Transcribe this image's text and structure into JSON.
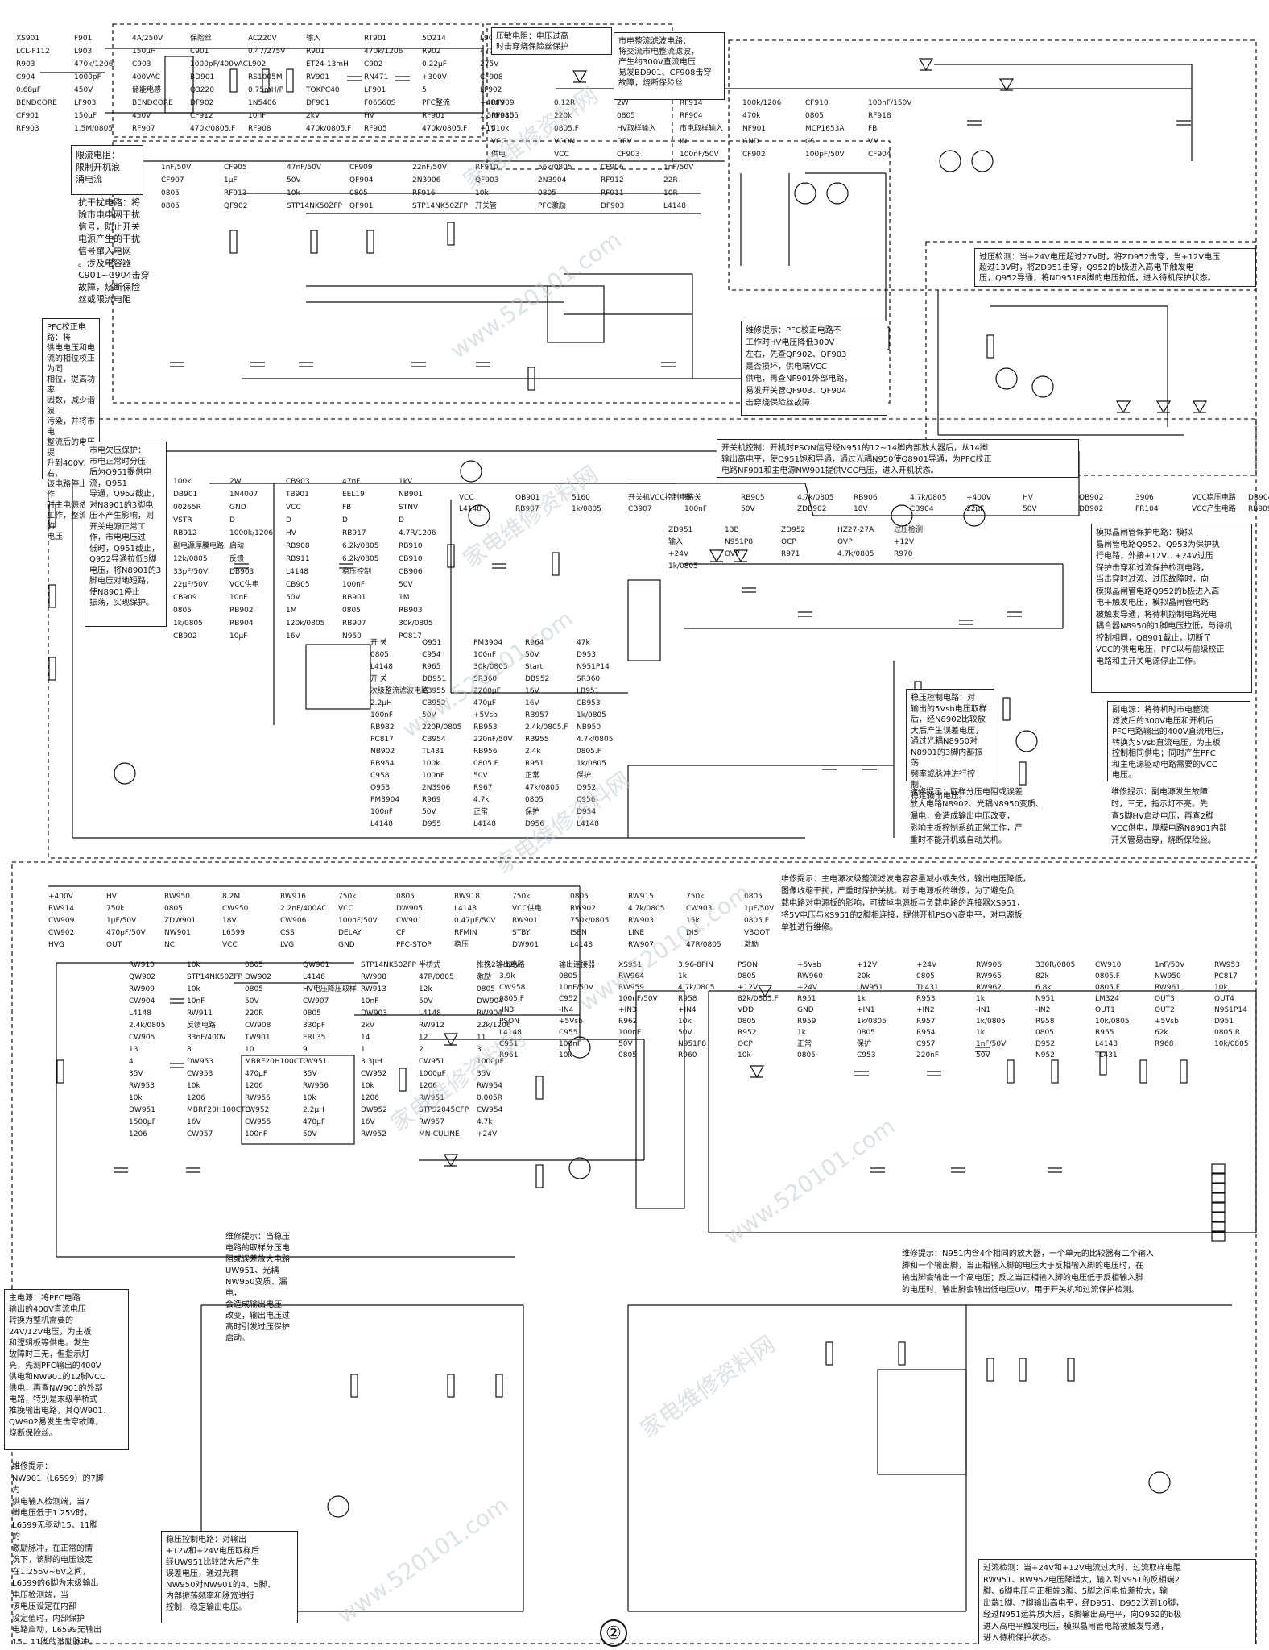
{
  "page": {
    "number": "②"
  },
  "watermarks": [
    "家电维修资料网",
    "www.520101.com",
    "家电维修资料网",
    "www.520101.com",
    "家电维修资料网",
    "www.520101.com",
    "家电维修资料网",
    "www.520101.com",
    "家电维修资料网",
    "www.520101.com"
  ],
  "notes": {
    "current_limit": "限流电阻：\n限制开机浪\n涌电流",
    "anti_interference": "抗干扰电路：将\n除市电电网干扰\n信号，防止开关\n电源产生的干扰\n信号窜入电网\n。涉及电容器\nC901~C904击穿\n故障，烧断保险\n丝或限流电阻",
    "pfc_correct": "PFC校正电路：将\n供电电压和电\n流的相位校正为同\n相位，提高功率\n因数，减少谐波\n污染，并将市电\n整流后的电压提\n升到400V左右，\n该电路停止工作\n时主电源依然\n工作，整流后的\n电压",
    "varistor": "压敏电阻：电压过高\n时击穿烧保险丝保护",
    "rectifier": "市电整流滤波电路：\n将交流市电整流滤波，\n产生约300V直流电压\n易发BD901、CF908击穿\n故障，烧断保险丝",
    "overvoltage_detect": "过压检测：当+24V电压超过27V时，将ZD952击穿，当+12V电压\n超过13V时，将ZD951击穿，Q952的b极进入高电平触发电\n压，Q952导通，将ND951P8脚的电压拉低，进入待机保护状态。",
    "pfc_repair": "维修提示：PFC校正电路不\n工作时HV电压降低300V\n左右，先查QF902、QF903\n是否损坏，供电端VCC\n供电，再查NF901外部电路，\n易发开关管QF903、QF904\n击穿烧保险丝故障",
    "ac_undervoltage": "市电欠压保护：\n市电正常时分压\n后为Q951提供电流，Q951\n导通，Q952截止，\n对N8901的3脚电\n压不产生影响，则\n开关电源正常工\n作，市电电压过\n低时，Q951截止，\nQ952导通拉低3脚\n电压，将N8901的3\n脚电压对地短路，\n使N8901停止\n振荡，实现保护。",
    "switch_control": "开关机控制：开机时PSON信号经N951的12~14脚内部放大器后，从14脚\n输出高电平，使Q951饱和导通，通过光耦N950使Q8901导通，为PFC校正\n电路NF901和主电源NW901提供VCC电压，进入开机状态。",
    "analog_protection": "模拟晶闸管保护电路：模拟\n晶闸管电路Q952、Q953为保护执\n行电路，外接+12V、+24V过压\n保护击穿和过流保护检测电路，\n当击穿时过流、过压故障时，向\n模拟晶闸管电路Q952的b极进入高\n电平触发电压，模拟晶闸管电路\n被触发导通，将待机控制电路光电\n耦合器N8950的1脚电压拉低，与待机\n控制相同，Q8901截止，切断了\nVCC的供电电压，PFC以与前级校正\n电路和主开关电源停止工作。",
    "sub_power": "副电源：将待机时市电整流\n滤波后的300V电压和开机后\nPFC电路输出的400V直流电压，\n转换为5Vsb直流电压，为主板\n控制相同供电；同时产生PFC\n和主电源驱动电路需要的VCC\n电压。",
    "regulation": "稳压控制电路：对\n输出的5Vsb电压取样\n后，经N8902比较放\n大后产生误差电压，\n通过光耦N8950对\nN8901的3脚内部振荡\n频率或脉冲进行控制，\n稳定输出电压。",
    "sub_repair": "维修提示：取样分压电阻或误差\n放大电路N8902、光耦N8950变质、\n漏电，会造成输出电压改变，\n影响主板控制系统正常工作，严\n重时不能开机或自动关机。",
    "sub_fault": "维修提示：副电源发生故障\n时，三无，指示灯不亮。先\n查5脚HV启动电压，再查2脚\nVCC供电，厚膜电路N8901内部\n开关管易击穿，烧断保险丝。",
    "main_repair": "维修提示：主电源次级整流滤波电容容量减小或失效，输出电压降低，\n图像收缩干扰，严重时保护关机。对于电源板的维修，为了避免负\n载电路对电源板的影响，可拔掉电源板与负载电路的连接器XS951，\n将5V电压与XS951的2脚相连接，提供开机PSON高电平，对电源板\n单独进行维修。",
    "main_power": "主电源：将PFC电路\n输出的400V直流电压\n转换为整机需要的\n24V/12V电压，为主板\n和逻辑板等供电。发生\n故障时三无，但指示灯\n亮，先测PFC输出的400V\n供电和NW901的12脚VCC\n供电，再查NW901的外部\n电路，特别是末级半桥式\n推挽输出电路，其QW901、\nQW902易发生击穿故障，\n烧断保险丝。",
    "lm324_repair": "维修提示：N951内含4个相同的放大器，一个单元的比较器有二个输入\n脚和一个输出脚，当正相输入脚的电压大于反相输入脚的电压时，在\n输出脚会输出一个高电压；反之当正相输入脚的电压低于反相输入脚\n的电压时，输出脚会输出低电压OV。用于开关机和过流保护检测。",
    "main_regulation": "维修提示：当稳压\n电路的取样分压电\n阻或误差放大电路\nUW951、光耦\nNW950变质、漏电，\n会造成输出电压\n改变，输出电压过\n高时引发过压保护\n启动。",
    "l6599_repair": "维修提示：\nNW901（L6599）的7脚为\n供电输入检测端，当7\n脚电压低于1.25V时，\nL6599无驱动15、11脚的\n激励脉冲，在正常的情\n况下，该脚的电压设定\n在1.255V~6V之间，\nL6599的6脚为末级输出\n电压检测端，当\n该电压设定在内部\n设定值时，内部保护\n电路启动，L6599无输出\n15、11脚的激励脉冲。",
    "main_regulation2": "稳压控制电路：对输出\n+12V和+24V电压取样后\n经UW951比较放大后产生\n误差电压，通过光耦\nNW950对NW901的4、5脚、\n内部振荡频率和脉宽进行\n控制，稳定输出电压。",
    "overcurrent": "过流检测：当+24V和+12V电流过大时，过流取样电阻\nRW951、RW952电压降增大，输入到N951的反相端2\n脚、6脚电压与正相端3脚、5脚之间电位差拉大，输\n出端1脚、7脚输出高电平，经D951、D952送到10脚，\n经过N951运算放大后，8脚输出高电平，向Q952的b极\n进入高电平触发电压，模拟晶闸管电路被触发导通，\n进入待机保护状态。"
  },
  "labels": {
    "top": [
      "XS901",
      "F901",
      "4A/250V",
      "保险丝",
      "AC220V",
      "输入",
      "RT901",
      "5D214",
      "L901",
      "LCL-F112",
      "L903",
      "150μH",
      "C901",
      "0.47/275V",
      "R901",
      "470k/1206",
      "R902",
      "470k/1206",
      "R903",
      "470k/1206",
      "C903",
      "1000pF/400VAC",
      "L902",
      "ET24-13mH",
      "C902",
      "0.22μF",
      "275V",
      "C904",
      "1000pF",
      "400VAC",
      "BD901",
      "RS1005M",
      "RV901",
      "RN471",
      "+300V",
      "CF908",
      "0.68μF",
      "450V",
      "储能电感",
      "Q3220",
      "0.75mH/P",
      "TOKPC40",
      "LF901",
      "5",
      "LF902",
      "BENDCORE",
      "LF903",
      "BENDCORE",
      "DF902",
      "1N5406",
      "DF901",
      "F06S60S",
      "PFC整流",
      "+400V",
      "CF901",
      "150μF",
      "450V",
      "CF912",
      "10nF",
      "2kV",
      "HV",
      "RF901",
      "1.5M/0805",
      "RF903",
      "1.5M/0805",
      "RF907",
      "470k/0805.F",
      "RF908",
      "470k/0805.F",
      "RF905",
      "470k/0805.F",
      "+1V",
      "RF909",
      "0.12R",
      "2W",
      "RF914",
      "100k/1206",
      "CF910",
      "100nF/150V",
      "RF915",
      "220k",
      "0805",
      "RF904",
      "470k",
      "0805",
      "RF918",
      "510k",
      "0805.F",
      "HV取样输入",
      "市电取样输入",
      "NF901",
      "MCP1653A",
      "FB",
      "VCC",
      "VCON",
      "DRV",
      "IN",
      "GND",
      "CS",
      "VM",
      "供电",
      "VCC",
      "CF903",
      "100nF/50V",
      "CF902",
      "100pF/50V",
      "CF904",
      "1nF/50V",
      "CF905",
      "47nF/50V",
      "CF909",
      "22nF/50V",
      "RF910",
      "56k/0805",
      "CF906",
      "1nF/50V",
      "CF907",
      "1μF",
      "50V",
      "QF904",
      "2N3906",
      "QF903",
      "2N3904",
      "RF912",
      "22R",
      "0805",
      "RF913",
      "10k",
      "0805",
      "RF916",
      "10k",
      "0805",
      "RF911",
      "10R",
      "0805",
      "QF902",
      "STP14NK50ZFP",
      "QF901",
      "STP14NK50ZFP",
      "开关管",
      "PFC激励",
      "DF903",
      "L4148"
    ],
    "mid": [
      "VCC",
      "QB901",
      "5160",
      "开关机VCC控制电路",
      "开 关",
      "RB905",
      "4.7k/0805",
      "RB906",
      "4.7k/0805",
      "+400V",
      "HV",
      "QB902",
      "3906",
      "VCC稳压电路",
      "DB904",
      "L4148",
      "RB907",
      "1k/0805",
      "CB907",
      "100nF",
      "50V",
      "ZDB902",
      "18V",
      "CB904",
      "22μF",
      "50V",
      "DB902",
      "FR104",
      "VCC产生电路",
      "RB909",
      "100k",
      "2W",
      "CB903",
      "47nF",
      "1kV",
      "DB901",
      "1N4007",
      "TB901",
      "EEL19",
      "NB901",
      "00265R",
      "GND",
      "VCC",
      "FB",
      "STNV",
      "VSTR",
      "D",
      "D",
      "D",
      "D",
      "RB912",
      "1000k/1206",
      "HV",
      "RB917",
      "4.7R/1206",
      "副电源厚膜电路",
      "启动",
      "RB908",
      "6.2k/0805",
      "RB910",
      "12k/0805",
      "反馈",
      "RB911",
      "6.2k/0805",
      "CB910",
      "33pF/50V",
      "DB903",
      "L4148",
      "稳压控制",
      "CB906",
      "22μF/50V",
      "VCC供电",
      "CB905",
      "100nF",
      "50V",
      "CB909",
      "10nF",
      "50V",
      "RB901",
      "1M",
      "0805",
      "RB902",
      "1M",
      "0805",
      "RB903",
      "1k/0805",
      "RB904",
      "120k/0805",
      "RB907",
      "30k/0805",
      "CB902",
      "10μF",
      "16V",
      "N950",
      "PC817",
      "开 关",
      "Q951",
      "PM3904",
      "R964",
      "47k",
      "0805",
      "C954",
      "100nF",
      "50V",
      "D953",
      "L4148",
      "R965",
      "30k/0805",
      "Start",
      "N951P14",
      "开 关",
      "DB951",
      "SR360",
      "DB952",
      "SR360",
      "次级整流滤波电路",
      "CB955",
      "2200μF",
      "16V",
      "LB951",
      "2.2μH",
      "CB952",
      "470μF",
      "16V",
      "CB953",
      "100nF",
      "50V",
      "+5Vsb",
      "RB957",
      "1k/0805",
      "RB982",
      "220R/0805",
      "RB953",
      "2.4k/0805.F",
      "NB950",
      "PC817",
      "CB954",
      "220nF/50V",
      "RB955",
      "4.7k/0805",
      "NB902",
      "TL431",
      "RB956",
      "2.4k",
      "0805.F",
      "RB954",
      "100k",
      "0805.F",
      "R951",
      "1k/0805",
      "C958",
      "100nF",
      "50V",
      "正常",
      "保护",
      "Q953",
      "2N3906",
      "R967",
      "47k/0805",
      "Q952",
      "PM3904",
      "R969",
      "4.7k",
      "0805",
      "C956",
      "100nF",
      "50V",
      "正常",
      "保护",
      "D954",
      "L4148",
      "D955",
      "L4148",
      "D956",
      "L4148",
      "ZD951",
      "13B",
      "ZD952",
      "HZ27-27A",
      "过压检测",
      "输入",
      "N951P8",
      "OCP",
      "OVP",
      "+12V",
      "+24V",
      "OVP",
      "R971",
      "4.7k/0805",
      "R970",
      "1k/0805"
    ],
    "bottom": [
      "+400V",
      "HV",
      "RW950",
      "8.2M",
      "RW916",
      "750k",
      "0805",
      "RW918",
      "750k",
      "0805",
      "RW915",
      "750k",
      "0805",
      "RW914",
      "750k",
      "0805",
      "CW950",
      "2.2nF/400AC",
      "VCC",
      "DW905",
      "L4148",
      "VCC供电",
      "RW902",
      "4.7k/0805",
      "CW903",
      "1μF/50V",
      "CW909",
      "1μF/50V",
      "ZDW901",
      "18V",
      "CW906",
      "100nF/50V",
      "CW901",
      "0.47μF/50V",
      "RW901",
      "750k/0805",
      "RW903",
      "15k",
      "0805.F",
      "CW902",
      "470pF/50V",
      "NW901",
      "L6599",
      "CSS",
      "DELAY",
      "CF",
      "RFMIN",
      "STBY",
      "ISEN",
      "LINE",
      "DIS",
      "VBOOT",
      "HVG",
      "OUT",
      "NC",
      "VCC",
      "LVG",
      "GND",
      "PFC-STOP",
      "稳压",
      "DW901",
      "L4148",
      "RW907",
      "47R/0805",
      "激励",
      "RW910",
      "10k",
      "0805",
      "QW901",
      "STP14NK50ZFP",
      "半桥式",
      "推挽2输出电路",
      "QW902",
      "STP14NK50ZFP",
      "DW902",
      "L4148",
      "RW908",
      "47R/0805",
      "激励",
      "RW909",
      "10k",
      "0805",
      "HV电压降压取样",
      "RW913",
      "12k",
      "0805",
      "CW904",
      "10nF",
      "50V",
      "CW907",
      "10nF",
      "50V",
      "DW904",
      "L4148",
      "RW911",
      "220R",
      "0805",
      "DW903",
      "L4148",
      "RW904",
      "2.4k/0805",
      "反馈电路",
      "CW908",
      "330pF",
      "2kV",
      "RW912",
      "22k/1206",
      "CW905",
      "33nF/400V",
      "TW901",
      "ERL35",
      "14",
      "12",
      "11",
      "13",
      "8",
      "10",
      "9",
      "1",
      "2",
      "3",
      "4",
      "DW953",
      "MBRF20H100CTG",
      "LW951",
      "3.3μH",
      "CW951",
      "1000μF",
      "35V",
      "CW953",
      "470μF",
      "35V",
      "CW952",
      "1000μF",
      "35V",
      "RW953",
      "10k",
      "1206",
      "RW956",
      "10k",
      "1206",
      "RW954",
      "10k",
      "1206",
      "RW955",
      "10k",
      "1206",
      "RW951",
      "0.005R",
      "DW951",
      "MBRF20H100CTG",
      "LW952",
      "2.2μH",
      "DW952",
      "STPS2045CFP",
      "CW954",
      "1500μF",
      "16V",
      "CW955",
      "470μF",
      "16V",
      "RW957",
      "4.7k",
      "1206",
      "CW957",
      "100nF",
      "50V",
      "RW952",
      "MN-CULINE",
      "+24V",
      "+12V",
      "输出连接器",
      "XS951",
      "3.96-8PIN",
      "PSON",
      "+5Vsb",
      "+12V",
      "+24V",
      "RW906",
      "330R/0805",
      "CW910",
      "1nF/50V",
      "RW953",
      "3.9k",
      "0805",
      "RW964",
      "1k",
      "0805",
      "RW960",
      "20k",
      "0805",
      "RW965",
      "82k",
      "0805.F",
      "NW950",
      "PC817",
      "CW958",
      "10nF/50V",
      "RW959",
      "4.7k/0805",
      "+12V",
      "+24V",
      "UW951",
      "TL431",
      "RW962",
      "6.8k",
      "0805.F",
      "RW961",
      "10k",
      "0805.F",
      "C952",
      "100nF/50V",
      "R958",
      "82k/0805.F",
      "R951",
      "1k",
      "R953",
      "1k",
      "N951",
      "LM324",
      "OUT3",
      "OUT4",
      "-IN3",
      "-IN4",
      "+IN3",
      "+IN4",
      "VDD",
      "GND",
      "+IN1",
      "+IN2",
      "-IN1",
      "-IN2",
      "OUT1",
      "OUT2",
      "N951P14",
      "PSON",
      "+5Vsb",
      "R962",
      "10k",
      "0805",
      "R959",
      "1k/0805",
      "R957",
      "1k/0805",
      "R958",
      "10k/0805",
      "+5Vsb",
      "D951",
      "L4148",
      "C955",
      "100nF",
      "50V",
      "R952",
      "1k",
      "0805",
      "R954",
      "1k",
      "0805",
      "R955",
      "62k",
      "0805.R",
      "C951",
      "100nF",
      "50V",
      "N951P8",
      "OCP",
      "正常",
      "保护",
      "C957",
      "1nF/50V",
      "D952",
      "L4148",
      "R968",
      "10k/0805",
      "R961",
      "10k",
      "0805",
      "R960",
      "10k",
      "0805",
      "C953",
      "220nF",
      "50V",
      "N952",
      "TL431"
    ]
  }
}
